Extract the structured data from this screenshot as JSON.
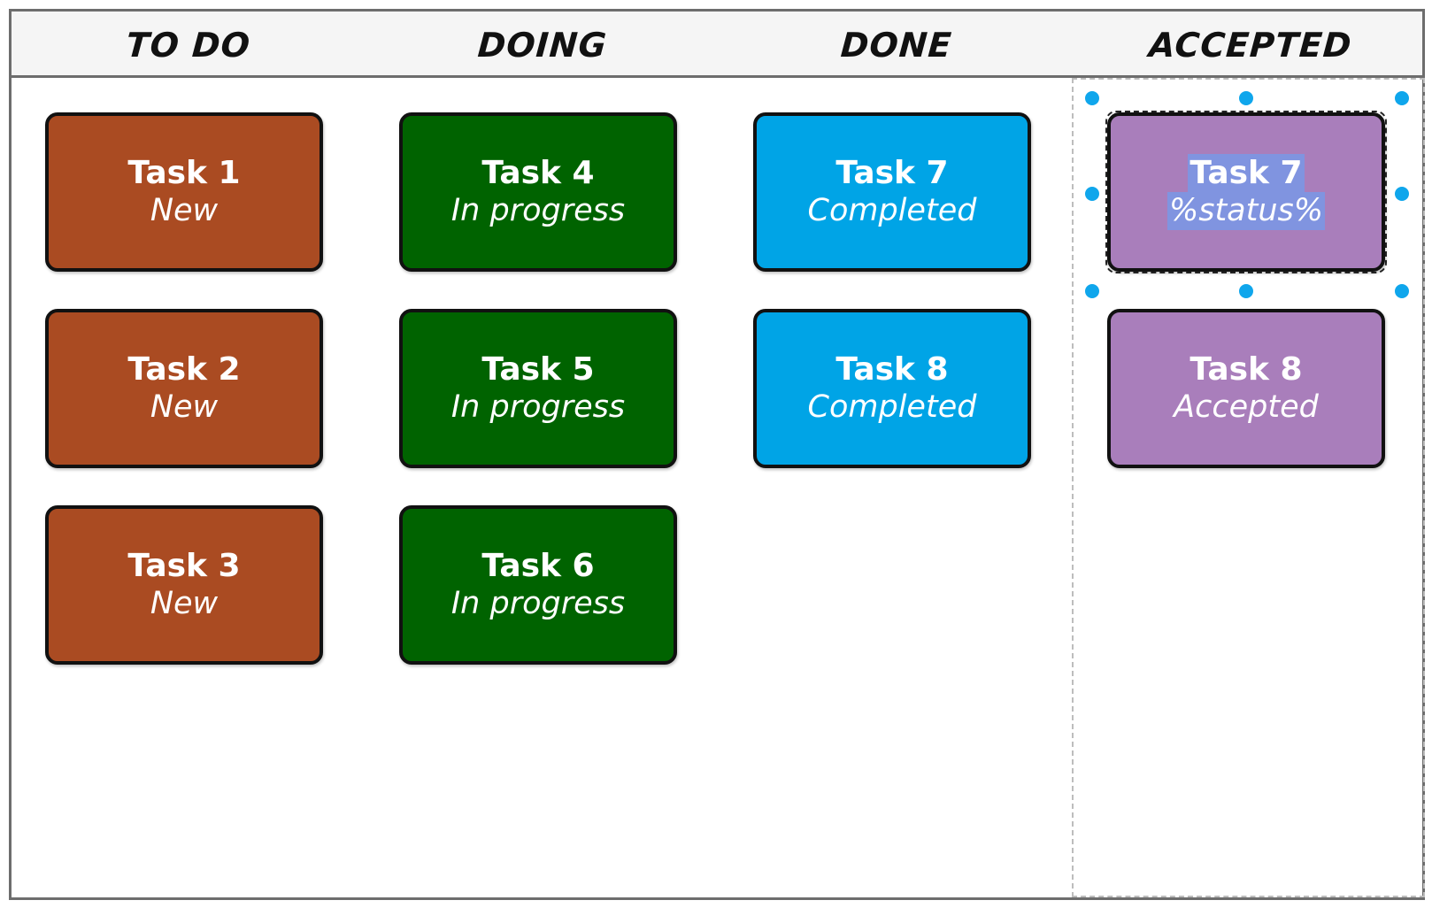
{
  "columns": [
    {
      "title": "TO DO",
      "color": "#aa4b22",
      "cards": [
        {
          "title": "Task 1",
          "status": "New"
        },
        {
          "title": "Task 2",
          "status": "New"
        },
        {
          "title": "Task 3",
          "status": "New"
        }
      ]
    },
    {
      "title": "DOING",
      "color": "#006300",
      "cards": [
        {
          "title": "Task 4",
          "status": "In progress"
        },
        {
          "title": "Task 5",
          "status": "In progress"
        },
        {
          "title": "Task 6",
          "status": "In progress"
        }
      ]
    },
    {
      "title": "DONE",
      "color": "#00a4e6",
      "cards": [
        {
          "title": "Task 7",
          "status": "Completed"
        },
        {
          "title": "Task 8",
          "status": "Completed"
        }
      ]
    },
    {
      "title": "ACCEPTED",
      "color": "#a97ebb",
      "cards": [
        {
          "title": "Task 7",
          "status": "%status%",
          "selected": true
        },
        {
          "title": "Task 8",
          "status": "Accepted"
        }
      ]
    }
  ],
  "selection_handle_color": "#0fa6ec",
  "text_highlight_color": "#8094e0"
}
